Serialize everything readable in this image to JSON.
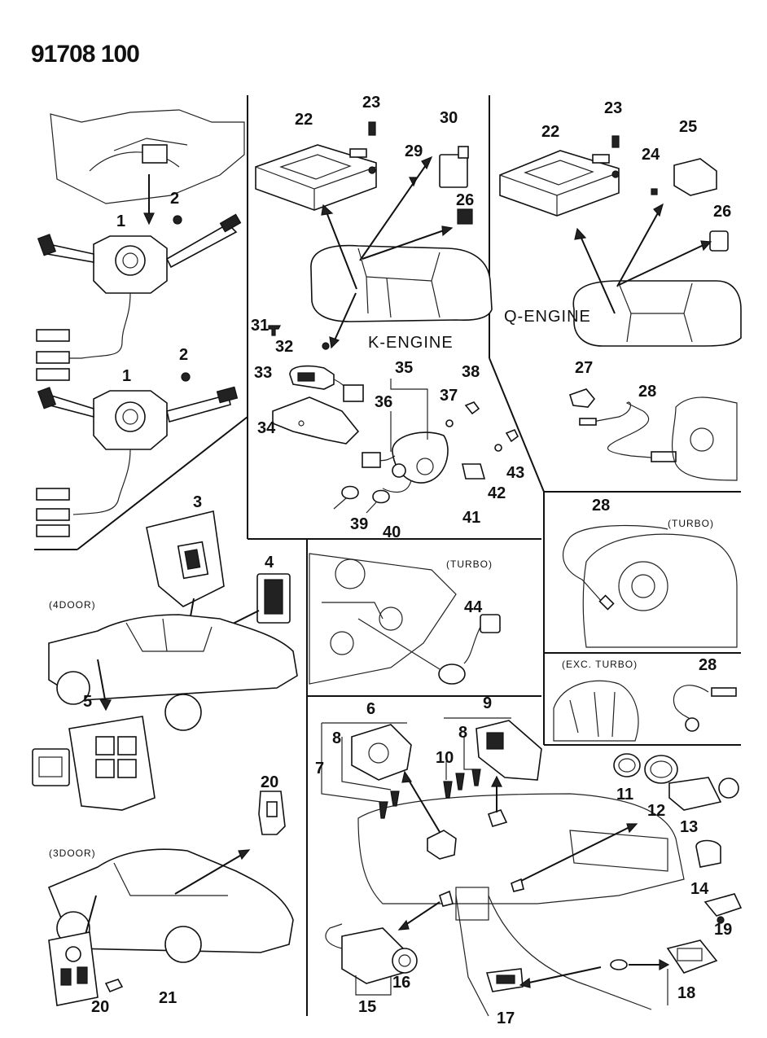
{
  "document_id": "91708 100",
  "labels": {
    "k_engine": "K-ENGINE",
    "q_engine": "Q-ENGINE",
    "turbo_top": "(TURBO)",
    "turbo_mid": "(TURBO)",
    "exc_turbo": "(EXC. TURBO)",
    "four_door": "(4DOOR)",
    "three_door": "(3DOOR)"
  },
  "callouts": {
    "c1a": "1",
    "c1b": "1",
    "c2a": "2",
    "c2b": "2",
    "c3": "3",
    "c4": "4",
    "c5": "5",
    "c6": "6",
    "c7": "7",
    "c8a": "8",
    "c8b": "8",
    "c9": "9",
    "c10": "10",
    "c11": "11",
    "c12": "12",
    "c13": "13",
    "c14": "14",
    "c15": "15",
    "c16": "16",
    "c17": "17",
    "c18": "18",
    "c19": "19",
    "c20a": "20",
    "c20b": "20",
    "c21": "21",
    "c22a": "22",
    "c22b": "22",
    "c23a": "23",
    "c23b": "23",
    "c24": "24",
    "c25": "25",
    "c26a": "26",
    "c26b": "26",
    "c27": "27",
    "c28a": "28",
    "c28b": "28",
    "c28c": "28",
    "c29": "29",
    "c30": "30",
    "c31": "31",
    "c32": "32",
    "c33": "33",
    "c34": "34",
    "c35": "35",
    "c36": "36",
    "c37": "37",
    "c38": "38",
    "c39": "39",
    "c40": "40",
    "c41": "41",
    "c42": "42",
    "c43": "43",
    "c44": "44"
  }
}
